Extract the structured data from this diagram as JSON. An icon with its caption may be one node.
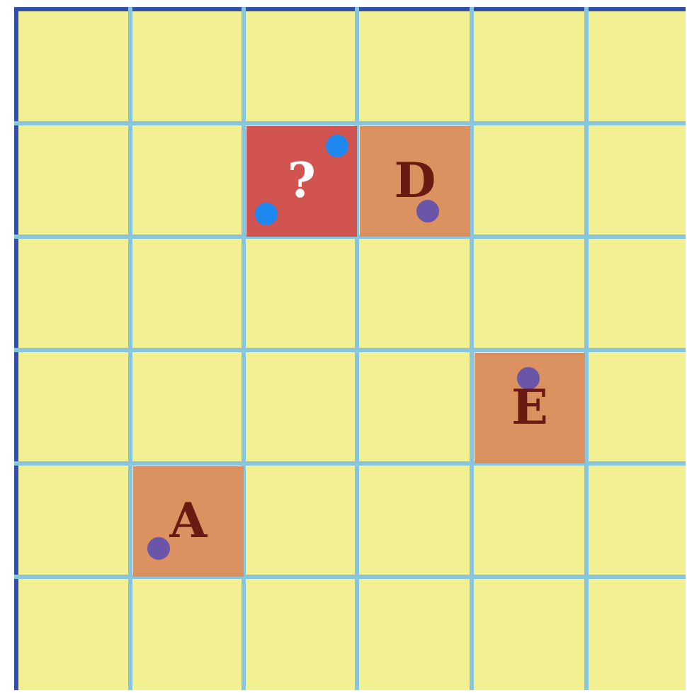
{
  "diagram": {
    "nodes": [
      {
        "text": [
          "?"
        ]
      },
      {
        "text": [
          "D"
        ]
      },
      {
        "text": [
          "E"
        ]
      },
      {
        "text": [
          "A"
        ]
      }
    ]
  }
}
